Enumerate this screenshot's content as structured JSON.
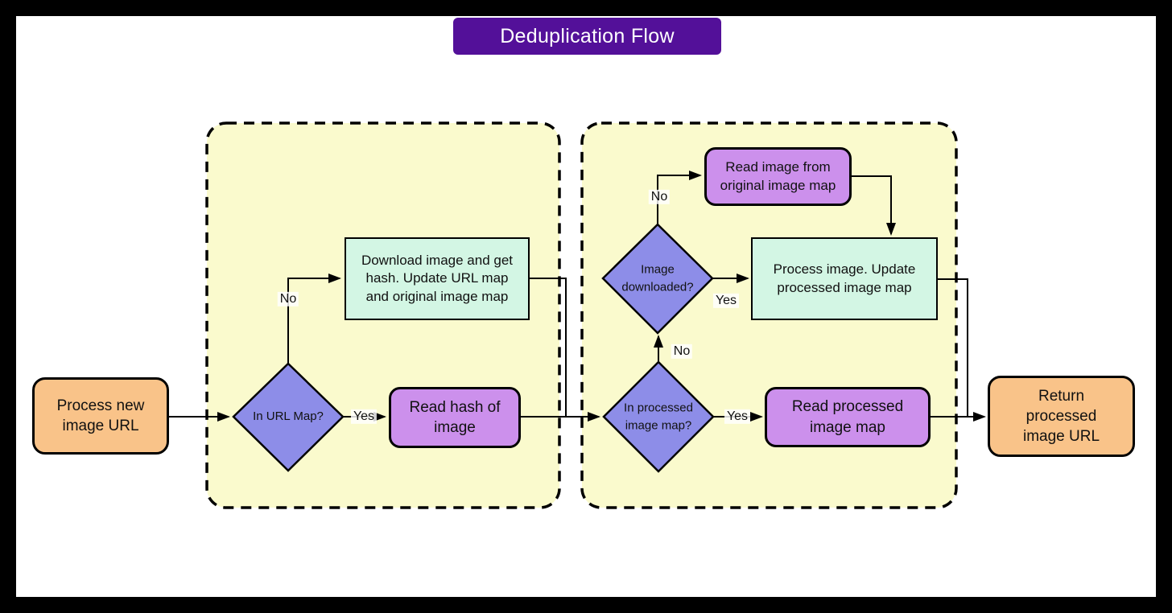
{
  "title": "Deduplication Flow",
  "colors": {
    "banner": "#531099",
    "container_fill": "#FAFACD",
    "container_stroke": "#000000",
    "terminal_orange": "#F9C389",
    "action_purple": "#CC90EC",
    "decision_blue": "#8D8DE8",
    "process_green": "#D3F6E4",
    "edge_black": "#000000"
  },
  "nodes": {
    "process_new": "Process new image URL",
    "in_url_map": "In URL Map?",
    "download_hash": "Download image and get hash. Update URL map and original image map",
    "read_hash": "Read hash of image",
    "image_downloaded": "Image downloaded?",
    "read_original": "Read image from original image map",
    "process_image": "Process image. Update processed image map",
    "in_processed": "In processed image map?",
    "read_processed": "Read processed image map",
    "return_url": "Return processed image URL"
  },
  "edge_labels": {
    "in_url_map_yes": "Yes",
    "in_url_map_no": "No",
    "image_downloaded_yes": "Yes",
    "image_downloaded_no": "No",
    "in_processed_yes": "Yes",
    "in_processed_no": "No"
  }
}
